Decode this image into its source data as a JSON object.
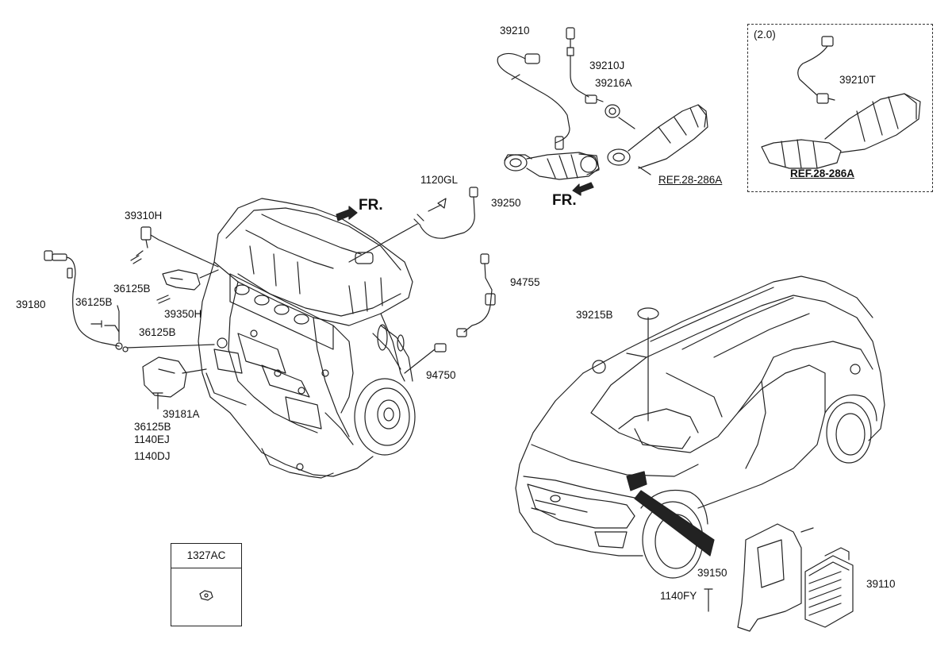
{
  "labels": {
    "p39210": "39210",
    "p39210J": "39210J",
    "p39216A": "39216A",
    "p1120GL": "1120GL",
    "p39250": "39250",
    "p39310H": "39310H",
    "p36125B_a": "36125B",
    "p39180": "39180",
    "p36125B_b": "36125B",
    "p39350H": "39350H",
    "p36125B_c": "36125B",
    "p94755": "94755",
    "p39215B": "39215B",
    "p94750": "94750",
    "p39181A": "39181A",
    "p36125B_d": "36125B",
    "p1140EJ": "1140EJ",
    "p1140DJ": "1140DJ",
    "p39150": "39150",
    "p39110": "39110",
    "p1140FY": "1140FY",
    "p39210T": "39210T"
  },
  "front_markers": {
    "engine": "FR.",
    "exhaust": "FR."
  },
  "references": {
    "main": "REF.28-286A",
    "inset": "REF.28-286A"
  },
  "inset": {
    "title": "(2.0)"
  },
  "boxed_part": {
    "code": "1327AC"
  }
}
